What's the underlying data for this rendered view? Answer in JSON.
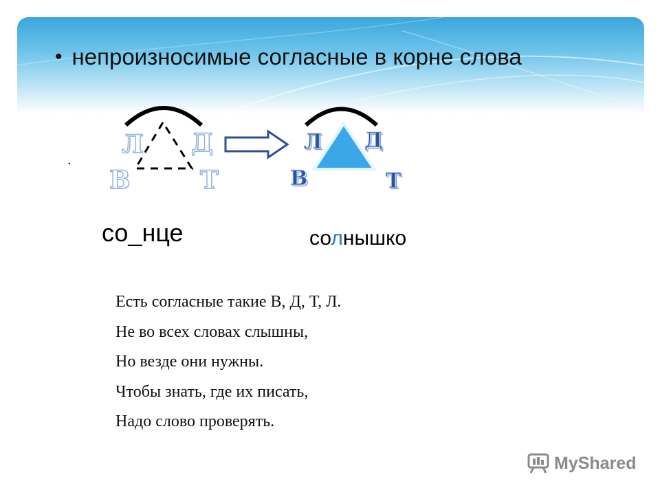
{
  "slide": {
    "title": "непроизносимые согласные в корне слова",
    "bullet": "•",
    "dot": "."
  },
  "diagram": {
    "left_letters": [
      "Л",
      "Д",
      "В",
      "Т"
    ],
    "right_letters": [
      "Л",
      "Д",
      "В",
      "Т"
    ]
  },
  "words": {
    "word1": "со_нце",
    "word2_prefix": "со",
    "word2_accent": "л",
    "word2_suffix": "нышко"
  },
  "poem": {
    "lines": [
      "Есть согласные такие В, Д, Т, Л.",
      "Не во всех словах слышны,",
      "Но везде они нужны.",
      "Чтобы знать, где их писать,",
      "Надо слово проверять."
    ]
  },
  "watermark": {
    "text": "MyShared"
  },
  "colors": {
    "banner_top": "#3aa6dd",
    "triangle_fill": "#3aa8e8",
    "letter_blue": "#2b53a2",
    "accent": "#2b78c6"
  }
}
